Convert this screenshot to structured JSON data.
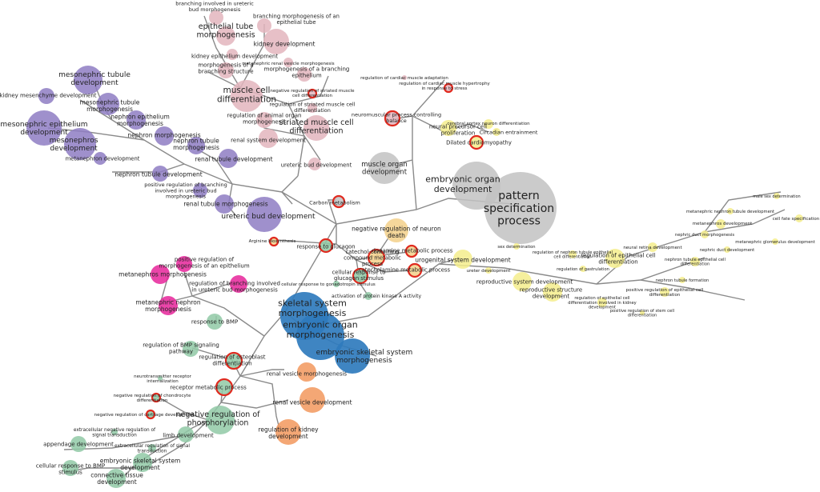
{
  "colors": {
    "kidney": "#8e7cc3",
    "muscle": "#e3b5bd",
    "grey": "#c2c2c2",
    "neuron": "#f3d08a",
    "yellow": "#f4ed8c",
    "blue": "#2f7bbd",
    "green": "#90c9a6",
    "magenta": "#e6259a",
    "orange": "#f2985d",
    "ring": "#e02a1f",
    "edge": "#8a8a8a"
  },
  "labels": {
    "n1": "branching involved in ureteric bud morphogenesis",
    "n2": "branching morphogenesis of an epithelial tube",
    "n3": "epithelial tube morphogenesis",
    "n4": "kidney development",
    "n5": "kidney epithelium development",
    "n6": "metanephric renal vesicle morphogenesis",
    "n7": "morphogenesis of a branching structure",
    "n8": "morphogenesis of a branching epithelium",
    "n9": "negative regulation of striated muscle cell differentiation",
    "n10": "muscle cell differentiation",
    "n11": "regulation of striated muscle cell differentiation",
    "n12": "regulation of animal organ morphogenesis",
    "n13": "striated muscle cell differentiation",
    "n14": "renal system development",
    "n15": "ureteric bud development",
    "n16": "regulation of cardiac muscle adaptation",
    "n17": "regulation of cardiac muscle hypertrophy in response to stress",
    "n18": "neuromuscular process controlling balance",
    "n19": "cerebral cortex neuron differentiation",
    "n20": "neural precursor cell proliferation",
    "n21": "Circadian entrainment",
    "n22": "Dilated cardiomyopathy",
    "n23": "muscle organ development",
    "n24": "embryonic organ development",
    "n25": "pattern specification process",
    "n26": "mesonephric tubule development",
    "n27": "kidney mesenchyme development",
    "n28": "mesonephric tubule morphogenesis",
    "n29": "mesonephric epithelium development",
    "n30": "nephron epithelium morphogenesis",
    "n31": "nephron morphogenesis",
    "n32": "mesonephros development",
    "n33": "nephron tubule morphogenesis",
    "n34": "metanephron development",
    "n35": "renal tubule development",
    "n36": "nephron tubule development",
    "n37": "positive regulation of branching involved in ureteric bud morphogenesis",
    "n38": "renal tubule morphogenesis",
    "n39": "ureteric bud development",
    "n40": "Carbon metabolism",
    "n41": "negative regulation of neuron death",
    "n42": "Arginine biosynthesis",
    "n43": "response to glucagon",
    "n44": "dopamine metabolic process",
    "n45": "catechol-containing compound metabolic process",
    "n46": "urogenital system development",
    "n47": "cellular response to glucagon stimulus",
    "n48": "catecholamine metabolic process",
    "n49": "ureter development",
    "n50": "cellular response to gonadotropin stimulus",
    "n51": "activation of protein kinase A activity",
    "n52": "positive regulation of morphogenesis of an epithelium",
    "n53": "metanephros morphogenesis",
    "n54": "regulation of branching involved in ureteric bud morphogenesis",
    "n55": "metanephric nephron morphogenesis",
    "n56": "skeletal system morphogenesis",
    "n57": "embryonic organ morphogenesis",
    "n58": "embryonic skeletal system morphogenesis",
    "n59": "response to BMP",
    "n60": "regulation of BMP signaling pathway",
    "n61": "regulation of osteoblast differentiation",
    "n62": "renal vesicle morphogenesis",
    "n63": "neurotransmitter receptor internalization",
    "n64": "receptor metabolic process",
    "n65": "negative regulation of chondrocyte differentiation",
    "n66": "negative regulation of cartilage development",
    "n67": "negative regulation of phosphorylation",
    "n68": "renal vesicle development",
    "n69": "extracellular negative regulation of signal transduction",
    "n70": "limb development",
    "n71": "regulation of kidney development",
    "n72": "appendage development",
    "n73": "extracellular regulation of signal transduction",
    "n74": "embryonic skeletal system development",
    "n75": "cellular response to BMP stimulus",
    "n76": "connective tissue development",
    "n77": "reproductive system development",
    "n78": "reproductive structure development",
    "n79": "sex determination",
    "n80": "regulation of nephron tubule epithelial cell differentiation",
    "n81": "regulation of epithelial cell differentiation",
    "n82": "regulation of gastrulation",
    "n83": "neural retina development",
    "n84": "metanephric nephron tubule development",
    "n85": "metanephros development",
    "n86": "male sex determination",
    "n87": "cell fate specification",
    "n88": "nephric duct morphogenesis",
    "n89": "nephric duct development",
    "n90": "metanephric glomerulus development",
    "n91": "nephron tubule epithelial cell differentiation",
    "n92": "nephron tubule formation",
    "n93": "positive regulation of epithelial cell differentiation",
    "n94": "regulation of epithelial cell differentiation involved in kidney development",
    "n95": "positive regulation of stem cell differentiation"
  }
}
